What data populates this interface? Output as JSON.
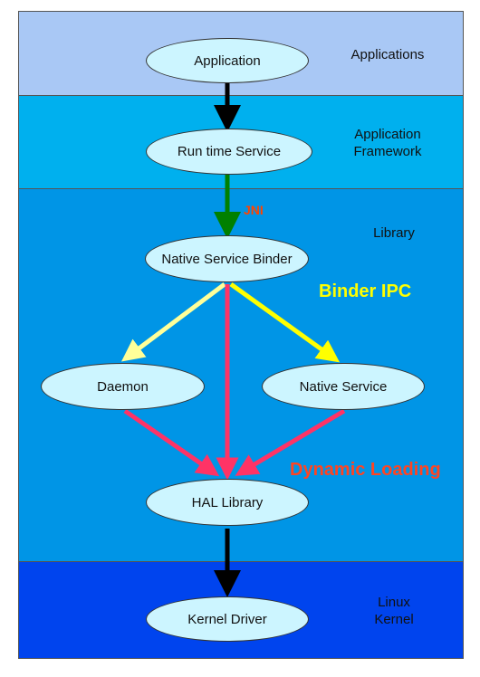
{
  "layers": {
    "applications": "Applications",
    "framework_line1": "Application",
    "framework_line2": "Framework",
    "library": "Library",
    "kernel_line1": "Linux",
    "kernel_line2": "Kernel"
  },
  "nodes": {
    "application": "Application",
    "runtime_service": "Run time Service",
    "native_service_binder": "Native Service Binder",
    "daemon": "Daemon",
    "native_service": "Native Service",
    "hal_library": "HAL Library",
    "kernel_driver": "Kernel Driver"
  },
  "labels": {
    "jni": "JNI",
    "binder_ipc": "Binder IPC",
    "dynamic_loading": "Dynamic Loading"
  },
  "colors": {
    "applications_layer": "#a9c8f5",
    "framework_layer": "#00b0ee",
    "library_layer": "#0095e6",
    "kernel_layer": "#0044ee",
    "node_fill": "#ccf5ff",
    "arrow_black": "#000000",
    "arrow_green": "#008000",
    "arrow_yellow": "#ffff00",
    "arrow_pale_yellow": "#ffff99",
    "arrow_red": "#ff3366",
    "jni_text": "#ff4400",
    "binder_text": "#ffff00",
    "dynamic_text": "#ff4422"
  }
}
